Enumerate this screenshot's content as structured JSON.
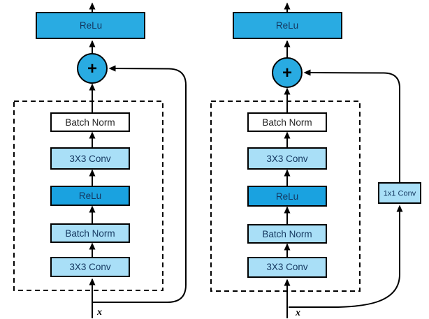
{
  "figure": {
    "description": "Two residual block diagrams: identity shortcut (left) and 1x1 conv projection shortcut (right)",
    "left_block": {
      "output_relu": "ReLu",
      "sum": "+",
      "layers_top_to_bottom": [
        "Batch Norm",
        "3X3 Conv",
        "ReLu",
        "Batch Norm",
        "3X3 Conv"
      ],
      "input_label": "x"
    },
    "right_block": {
      "output_relu": "ReLu",
      "sum": "+",
      "layers_top_to_bottom": [
        "Batch Norm",
        "3X3 Conv",
        "ReLu",
        "Batch Norm",
        "3X3 Conv"
      ],
      "shortcut_layer": "1x1 Conv",
      "input_label": "x"
    },
    "colors": {
      "relu_fill": "#29ABE2",
      "inner_relu_fill": "#1AA2E0",
      "light_layer_fill": "#A9DFF7",
      "plain_layer_fill": "#FFFFFF",
      "label_navy": "#14375F",
      "label_dark": "#1F1F1F"
    }
  }
}
